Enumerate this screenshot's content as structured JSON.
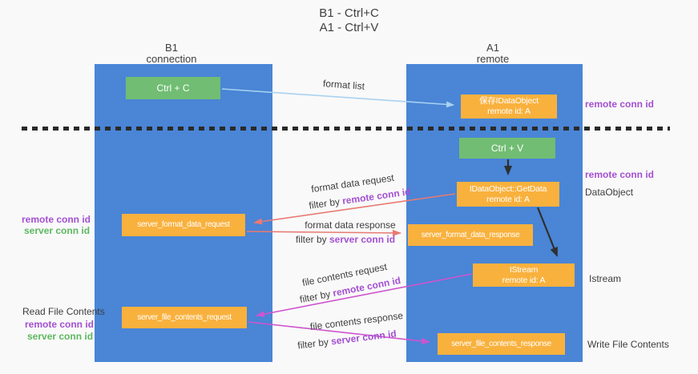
{
  "title": {
    "line1": "B1 - Ctrl+C",
    "line2": "A1 - Ctrl+V"
  },
  "lanes": {
    "left": {
      "name": "B1",
      "role": "connection"
    },
    "right": {
      "name": "A1",
      "role": "remote"
    }
  },
  "boxes": {
    "ctrl_c": {
      "label": "Ctrl + C"
    },
    "save_dataobject": {
      "line1": "保存IDataObject",
      "line2": "remote id: A"
    },
    "ctrl_v": {
      "label": "Ctrl + V"
    },
    "getdata": {
      "line1": "IDataObject::GetData",
      "line2": "remote id: A"
    },
    "format_request": {
      "label": "server_format_data_request"
    },
    "format_response": {
      "label": "server_format_data_response"
    },
    "istream": {
      "line1": "IStream",
      "line2": "remote id: A"
    },
    "file_request": {
      "label": "server_file_contents_request"
    },
    "file_response": {
      "label": "server_file_contents_response"
    }
  },
  "arrows": {
    "format_list": {
      "label": "format list"
    },
    "format_data_request": {
      "label": "format data request",
      "filter_prefix": "filter by ",
      "filter_key": "remote conn id"
    },
    "format_data_response": {
      "label": "format data response",
      "filter_prefix": "filter by ",
      "filter_key": "server conn id"
    },
    "file_contents_request": {
      "label": "file contents request",
      "filter_prefix": "filter by ",
      "filter_key": "remote conn id"
    },
    "file_contents_response": {
      "label": "file contents response",
      "filter_prefix": "filter by ",
      "filter_key": "server conn id"
    }
  },
  "annotations": {
    "right_remote_conn_top": "remote conn id",
    "right_remote_conn_mid": "remote conn id",
    "right_dataobject": "DataObject",
    "right_istream": "Istream",
    "right_write_file": "Write File Contents",
    "left_format_remote": "remote conn id",
    "left_format_server": "server conn id",
    "left_read_file": "Read File Contents",
    "left_file_remote": "remote conn id",
    "left_file_server": "server conn id"
  },
  "colors": {
    "lane_blue": "#4a85d6",
    "box_green": "#71bd73",
    "box_orange": "#f9b13d",
    "purple_text": "#a350d2",
    "green_text": "#5cb860",
    "red_arrow": "#e87a72",
    "magenta_arrow": "#cf54cf",
    "light_blue_arrow": "#a8d2f0",
    "black_arrow": "#2f2f2f"
  }
}
